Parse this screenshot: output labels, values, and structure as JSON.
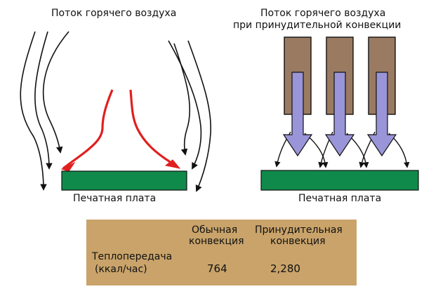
{
  "left_panel": {
    "title": "Поток горячего воздуха",
    "board_label": "Печатная плата"
  },
  "right_panel": {
    "title_line1": "Поток горячего воздуха",
    "title_line2": "при принудительной конвекции",
    "board_label": "Печатная плата"
  },
  "table": {
    "col1_line1": "Обычная",
    "col1_line2": "конвекция",
    "col2_line1": "Принудительная",
    "col2_line2": "конвекция",
    "row_label_line1": "Теплопередача",
    "row_label_line2": "(ккал/час)",
    "value_normal": "764",
    "value_forced": "2,280"
  },
  "colors": {
    "board_green": "#0f8a4a",
    "nozzle_brown": "#9a7b61",
    "arrow_lavender": "#9a95d8",
    "red_flow": "#e0201f",
    "table_bg": "#c9a36a"
  }
}
